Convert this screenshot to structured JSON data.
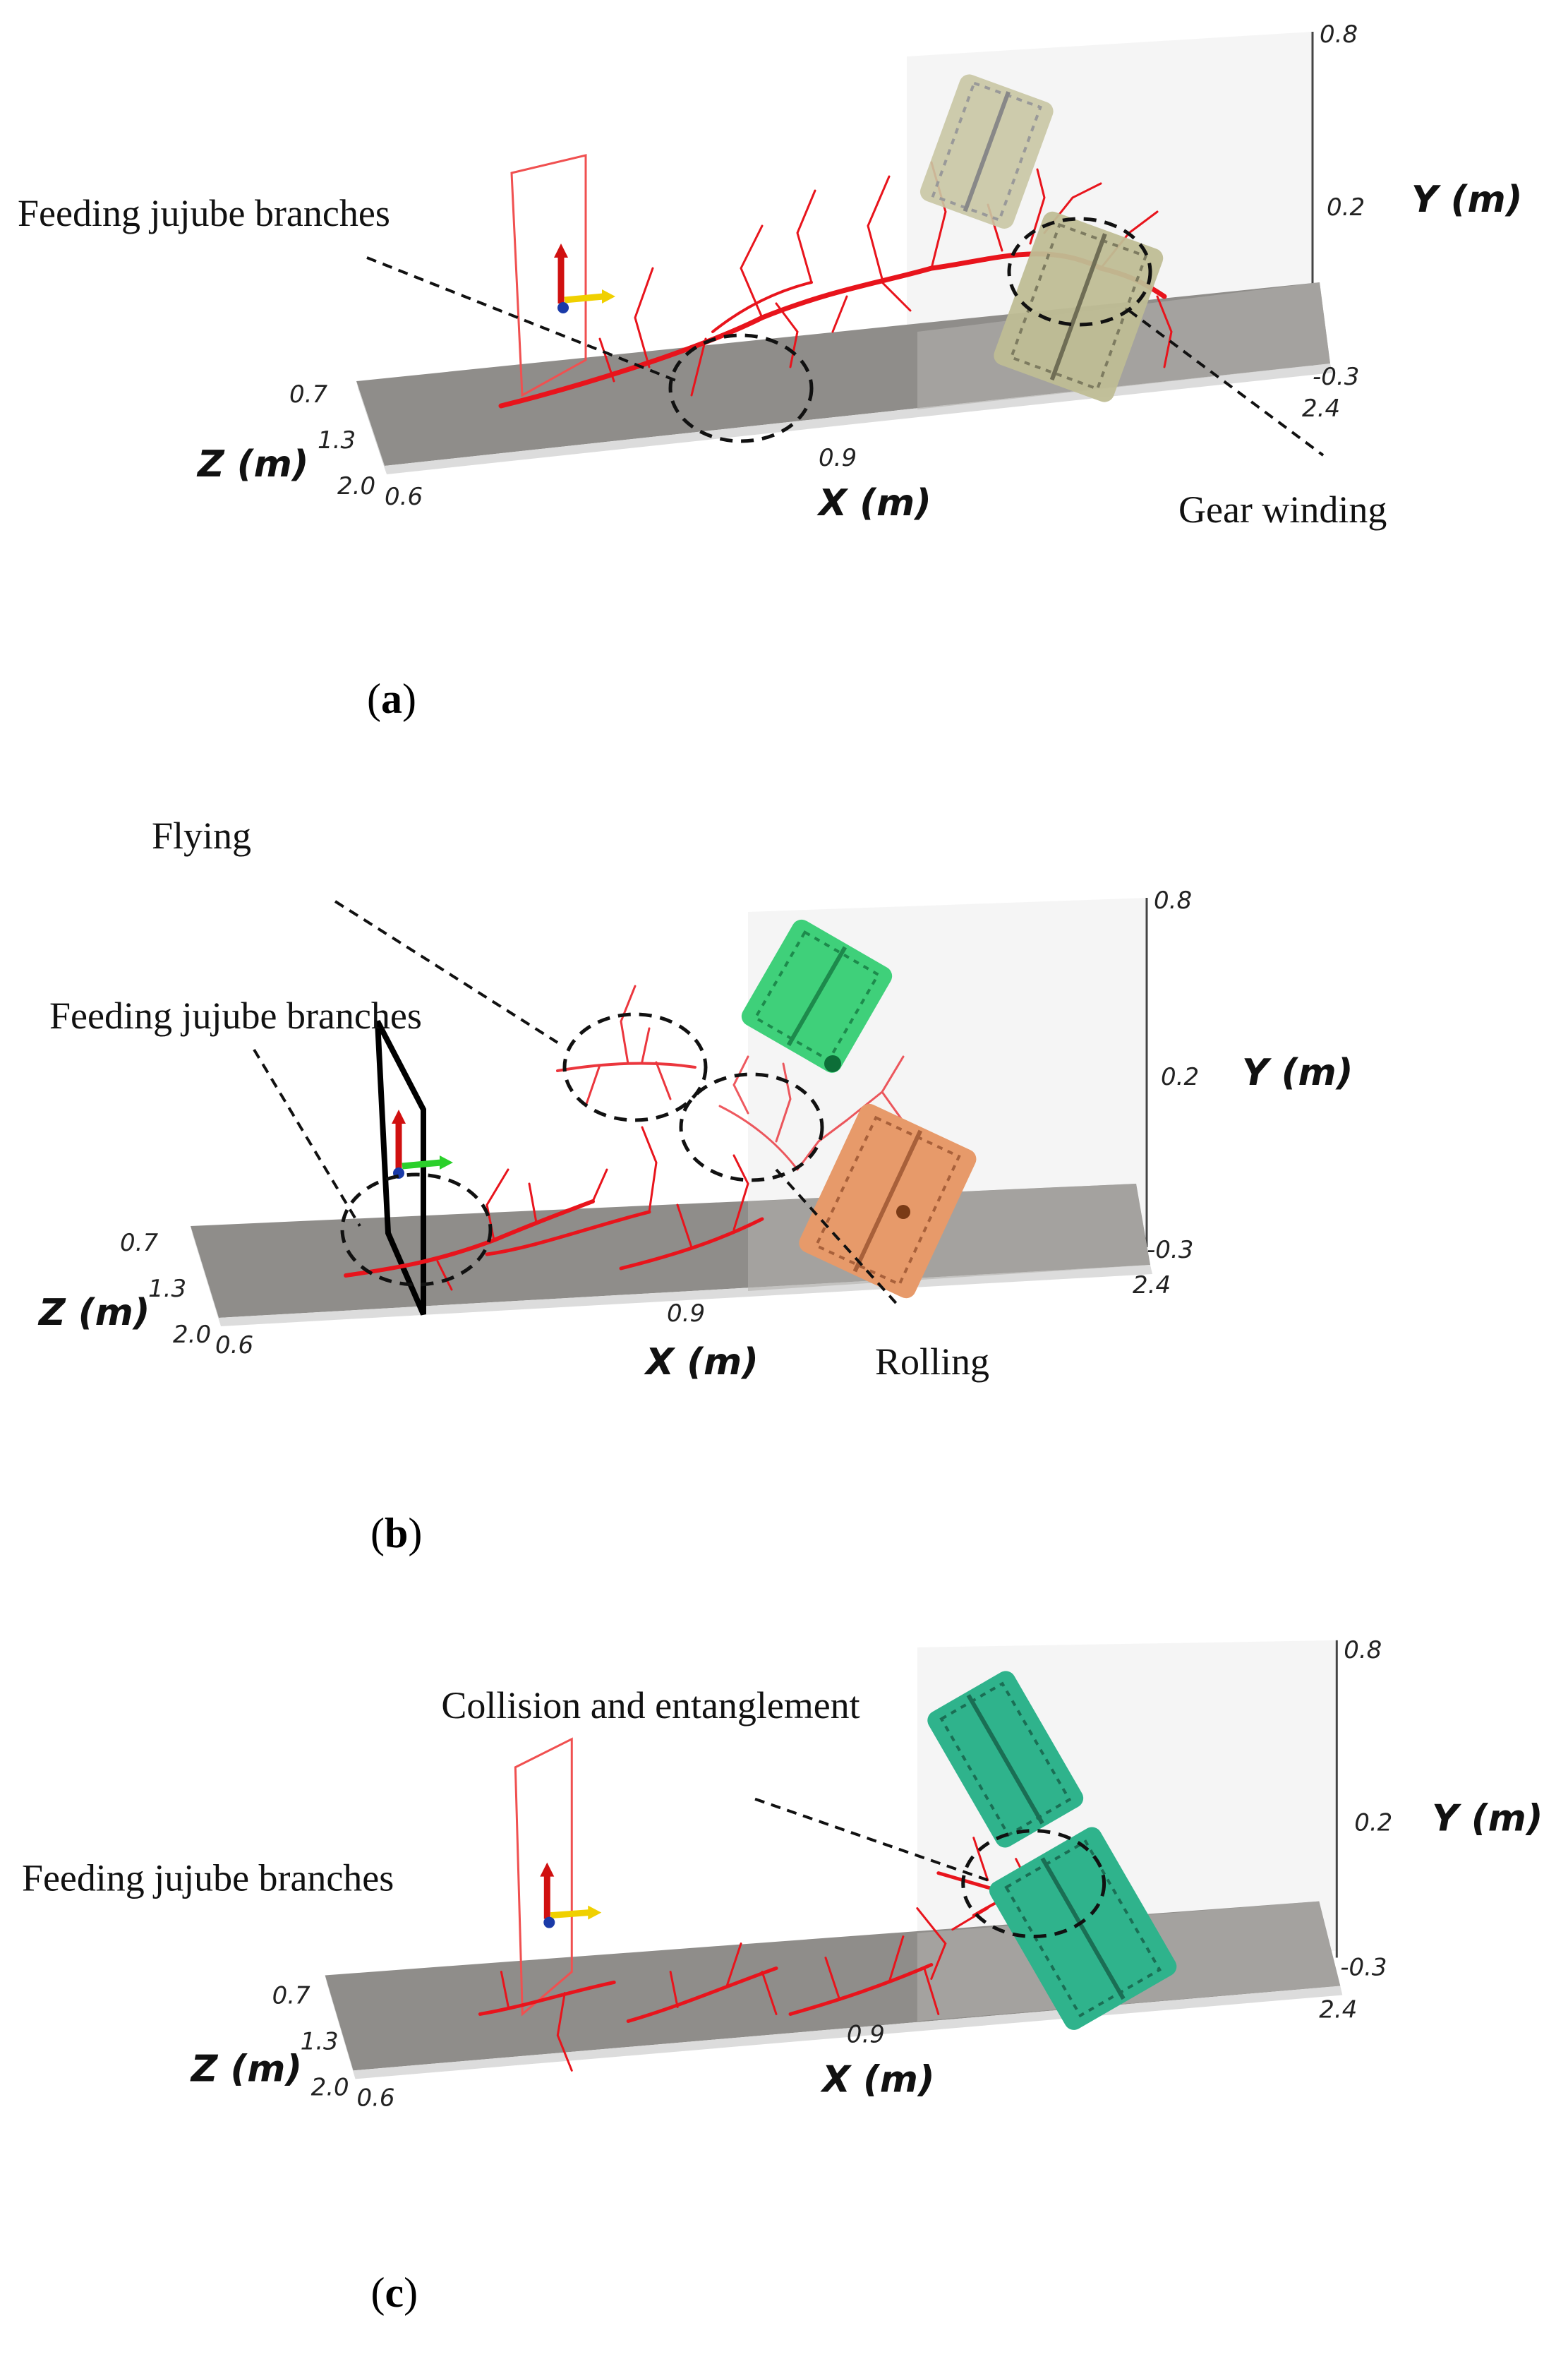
{
  "panels": [
    {
      "id": "a",
      "label_open": "(",
      "label_letter": "a",
      "label_close": ")",
      "annotations": [
        "Feeding jujube branches",
        "Gear winding"
      ],
      "axes": {
        "x_label": "X (m)",
        "x_ticks": [
          "0.6",
          "0.9",
          "2.4"
        ],
        "y_label": "Y (m)",
        "y_ticks": [
          "0.8",
          "0.2",
          "-0.3"
        ],
        "z_label": "Z (m)",
        "z_ticks": [
          "0.7",
          "1.3",
          "2.0"
        ]
      }
    },
    {
      "id": "b",
      "label_open": "(",
      "label_letter": "b",
      "label_close": ")",
      "annotations": [
        "Flying",
        "Feeding jujube branches",
        "Rolling"
      ],
      "axes": {
        "x_label": "X (m)",
        "x_ticks": [
          "0.6",
          "0.9",
          "2.4"
        ],
        "y_label": "Y (m)",
        "y_ticks": [
          "0.8",
          "0.2",
          "-0.3"
        ],
        "z_label": "Z (m)",
        "z_ticks": [
          "0.7",
          "1.3",
          "2.0"
        ]
      }
    },
    {
      "id": "c",
      "label_open": "(",
      "label_letter": "c",
      "label_close": ")",
      "annotations": [
        "Collision and entanglement",
        "Feeding jujube branches"
      ],
      "axes": {
        "x_label": "X (m)",
        "x_ticks": [
          "0.6",
          "0.9",
          "2.4"
        ],
        "y_label": "Y (m)",
        "y_ticks": [
          "0.8",
          "0.2",
          "-0.3"
        ],
        "z_label": "Z (m)",
        "z_ticks": [
          "0.7",
          "1.3",
          "2.0"
        ]
      }
    }
  ],
  "colors": {
    "branch": "#e8141c",
    "floor": "#9a9894",
    "gear_a": "#c9c7a4",
    "gear_b_upper": "#3fd07a",
    "gear_b_lower": "#e79a6a",
    "gear_c": "#2fb38c"
  }
}
